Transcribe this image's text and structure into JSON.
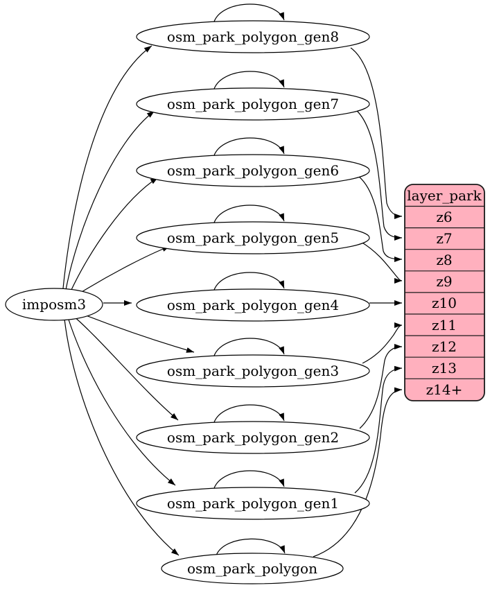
{
  "diagram": {
    "source_node": {
      "label": "imposm3"
    },
    "table_nodes": [
      {
        "label": "osm_park_polygon_gen8"
      },
      {
        "label": "osm_park_polygon_gen7"
      },
      {
        "label": "osm_park_polygon_gen6"
      },
      {
        "label": "osm_park_polygon_gen5"
      },
      {
        "label": "osm_park_polygon_gen4"
      },
      {
        "label": "osm_park_polygon_gen3"
      },
      {
        "label": "osm_park_polygon_gen2"
      },
      {
        "label": "osm_park_polygon_gen1"
      },
      {
        "label": "osm_park_polygon"
      }
    ],
    "layer_node": {
      "header": "layer_park",
      "rows": [
        "z6",
        "z7",
        "z8",
        "z9",
        "z10",
        "z11",
        "z12",
        "z13",
        "z14+"
      ]
    },
    "edges": [
      {
        "from": "imposm3",
        "to": "osm_park_polygon_gen8"
      },
      {
        "from": "imposm3",
        "to": "osm_park_polygon_gen7"
      },
      {
        "from": "imposm3",
        "to": "osm_park_polygon_gen6"
      },
      {
        "from": "imposm3",
        "to": "osm_park_polygon_gen5"
      },
      {
        "from": "imposm3",
        "to": "osm_park_polygon_gen4"
      },
      {
        "from": "imposm3",
        "to": "osm_park_polygon_gen3"
      },
      {
        "from": "imposm3",
        "to": "osm_park_polygon_gen2"
      },
      {
        "from": "imposm3",
        "to": "osm_park_polygon_gen1"
      },
      {
        "from": "imposm3",
        "to": "osm_park_polygon"
      },
      {
        "from": "osm_park_polygon_gen8",
        "to": "osm_park_polygon_gen8"
      },
      {
        "from": "osm_park_polygon_gen7",
        "to": "osm_park_polygon_gen7"
      },
      {
        "from": "osm_park_polygon_gen6",
        "to": "osm_park_polygon_gen6"
      },
      {
        "from": "osm_park_polygon_gen5",
        "to": "osm_park_polygon_gen5"
      },
      {
        "from": "osm_park_polygon_gen4",
        "to": "osm_park_polygon_gen4"
      },
      {
        "from": "osm_park_polygon_gen3",
        "to": "osm_park_polygon_gen3"
      },
      {
        "from": "osm_park_polygon_gen2",
        "to": "osm_park_polygon_gen2"
      },
      {
        "from": "osm_park_polygon_gen1",
        "to": "osm_park_polygon_gen1"
      },
      {
        "from": "osm_park_polygon",
        "to": "osm_park_polygon"
      },
      {
        "from": "osm_park_polygon_gen8",
        "to": "layer_park:z6"
      },
      {
        "from": "osm_park_polygon_gen7",
        "to": "layer_park:z7"
      },
      {
        "from": "osm_park_polygon_gen6",
        "to": "layer_park:z8"
      },
      {
        "from": "osm_park_polygon_gen5",
        "to": "layer_park:z9"
      },
      {
        "from": "osm_park_polygon_gen4",
        "to": "layer_park:z10"
      },
      {
        "from": "osm_park_polygon_gen3",
        "to": "layer_park:z11"
      },
      {
        "from": "osm_park_polygon_gen2",
        "to": "layer_park:z12"
      },
      {
        "from": "osm_park_polygon_gen1",
        "to": "layer_park:z13"
      },
      {
        "from": "osm_park_polygon",
        "to": "layer_park:z14+"
      }
    ],
    "colors": {
      "layer_fill": "#ffb0be",
      "node_fill": "#ffffff",
      "edge_color": "#000000"
    }
  }
}
